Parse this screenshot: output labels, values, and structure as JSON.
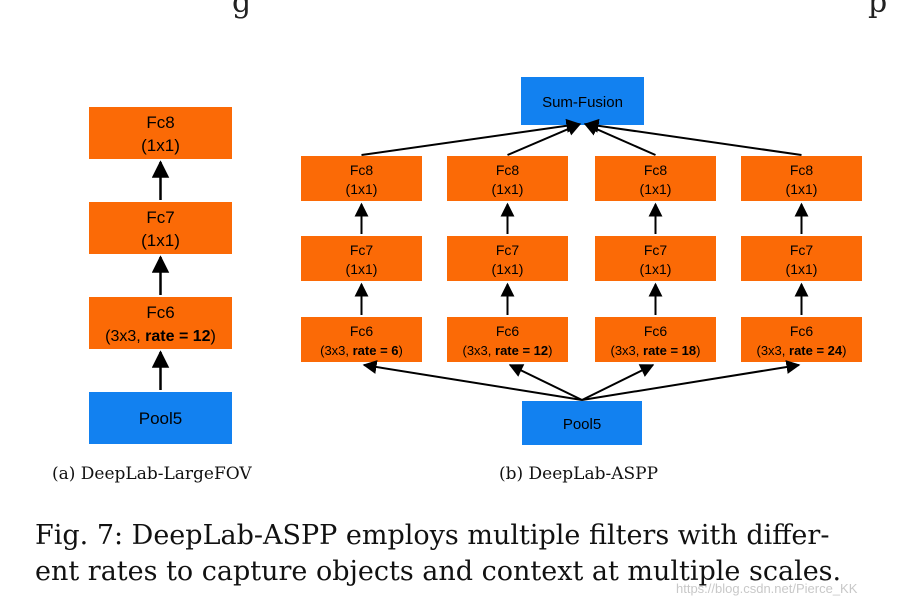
{
  "top_text": {
    "left": "g",
    "right": "p"
  },
  "colors": {
    "layer": "#fb6a06",
    "io": "#1281f0",
    "arrow": "#000000"
  },
  "left_diagram": {
    "caption": "(a) DeepLab-LargeFOV",
    "fc8": {
      "name": "Fc8",
      "detail": "(1x1)"
    },
    "fc7": {
      "name": "Fc7",
      "detail": "(1x1)"
    },
    "fc6": {
      "name": "Fc6",
      "detail_pre": "(3x3, ",
      "detail_bold": "rate = 12",
      "detail_post": ")"
    },
    "pool": "Pool5"
  },
  "right_diagram": {
    "caption": "(b) DeepLab-ASPP",
    "fusion": "Sum-Fusion",
    "pool": "Pool5",
    "branches": [
      {
        "fc8": {
          "name": "Fc8",
          "detail": "(1x1)"
        },
        "fc7": {
          "name": "Fc7",
          "detail": "(1x1)"
        },
        "fc6": {
          "name": "Fc6",
          "detail_pre": "(3x3, ",
          "detail_bold": "rate = 6",
          "detail_post": ")"
        }
      },
      {
        "fc8": {
          "name": "Fc8",
          "detail": "(1x1)"
        },
        "fc7": {
          "name": "Fc7",
          "detail": "(1x1)"
        },
        "fc6": {
          "name": "Fc6",
          "detail_pre": "(3x3, ",
          "detail_bold": "rate = 12",
          "detail_post": ")"
        }
      },
      {
        "fc8": {
          "name": "Fc8",
          "detail": "(1x1)"
        },
        "fc7": {
          "name": "Fc7",
          "detail": "(1x1)"
        },
        "fc6": {
          "name": "Fc6",
          "detail_pre": "(3x3, ",
          "detail_bold": "rate = 18",
          "detail_post": ")"
        }
      },
      {
        "fc8": {
          "name": "Fc8",
          "detail": "(1x1)"
        },
        "fc7": {
          "name": "Fc7",
          "detail": "(1x1)"
        },
        "fc6": {
          "name": "Fc6",
          "detail_pre": "(3x3, ",
          "detail_bold": "rate = 24",
          "detail_post": ")"
        }
      }
    ]
  },
  "figure_caption": {
    "line1": "Fig. 7: DeepLab-ASPP employs multiple filters with differ-",
    "line2": "ent rates to capture objects and context at multiple scales."
  },
  "watermark": "https://blog.csdn.net/Pierce_KK"
}
